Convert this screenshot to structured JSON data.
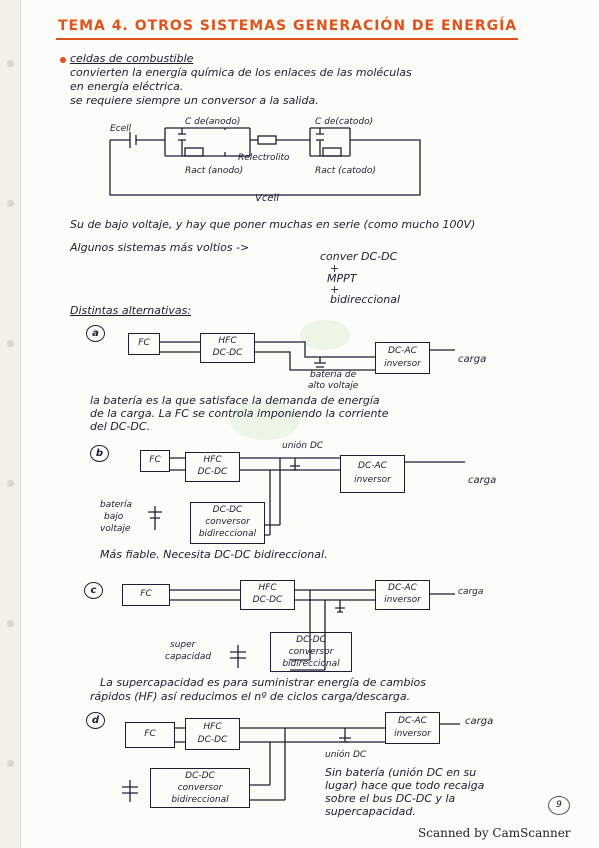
{
  "title": "TEMA 4. OTROS SISTEMAS GENERACIÓN DE ENERGÍA",
  "intro": {
    "heading": "celdas de combustible",
    "line1": "convierten la energía química de los enlaces de las moléculas",
    "line2": "en energía eléctrica.",
    "line3": "se requiere siempre un conversor a la salida."
  },
  "cell_diagram": {
    "ecell": "Ecell",
    "c_anode": "C de(anodo)",
    "c_cathode": "C de(catodo)",
    "r_electrolito": "Relectrolito",
    "r_anode": "Ract (anodo)",
    "r_cathode": "Ract (catodo)",
    "vcell": "Vcell"
  },
  "voltage_text": {
    "line1": "Su de bajo voltaje, y hay que poner muchas en serie (como mucho 100V)",
    "line2": "Algunos sistemas más voltios ->",
    "conv1": "conver DC-DC",
    "plus1": "+",
    "conv2": "MPPT",
    "plus2": "+",
    "conv3": "bidireccional"
  },
  "alternatives_heading": "Distintas alternativas:",
  "alt_a": {
    "label": "a",
    "fc": "FC",
    "hfc1": "HFC",
    "hfc2": "DC-DC",
    "inv1": "DC-AC",
    "inv2": "inversor",
    "carga": "carga",
    "bat1": "batería de",
    "bat2": "alto voltaje",
    "desc1": "la batería es la que satisface la demanda de energía",
    "desc2": "de la carga. La FC se controla imponiendo la corriente",
    "desc3": "del DC-DC."
  },
  "alt_b": {
    "label": "b",
    "fc": "FC",
    "hfc1": "HFC",
    "hfc2": "DC-DC",
    "union": "unión DC",
    "inv1": "DC-AC",
    "inv2": "inversor",
    "carga": "carga",
    "bat1": "batería",
    "bat2": "bajo",
    "bat3": "voltaje",
    "conv1": "DC-DC",
    "conv2": "conversor",
    "conv3": "bidireccional",
    "desc": "Más fiable. Necesita DC-DC bidireccional."
  },
  "alt_c": {
    "label": "c",
    "fc": "FC",
    "hfc1": "HFC",
    "hfc2": "DC-DC",
    "inv1": "DC-AC",
    "inv2": "inversor",
    "carga": "carga",
    "sc1": "super",
    "sc2": "capacidad",
    "conv1": "DC-DC",
    "conv2": "conversor",
    "conv3": "bidireccional",
    "desc1": "La supercapacidad es para suministrar energía de cambios",
    "desc2": "rápidos (HF) así reducimos el nº de ciclos carga/descarga."
  },
  "alt_d": {
    "label": "d",
    "fc": "FC",
    "hfc1": "HFC",
    "hfc2": "DC-DC",
    "inv1": "DC-AC",
    "inv2": "inversor",
    "carga": "carga",
    "union": "unión DC",
    "conv1": "DC-DC",
    "conv2": "conversor",
    "conv3": "bidireccional",
    "desc1": "Sin batería (unión DC en su",
    "desc2": "lugar) hace que todo recaiga",
    "desc3": "sobre el bus DC-DC y la",
    "desc4": "supercapacidad."
  },
  "page_number": "9",
  "footer": "Scanned by CamScanner",
  "colors": {
    "title": "#e0531c",
    "ink": "#1d1d3a"
  }
}
